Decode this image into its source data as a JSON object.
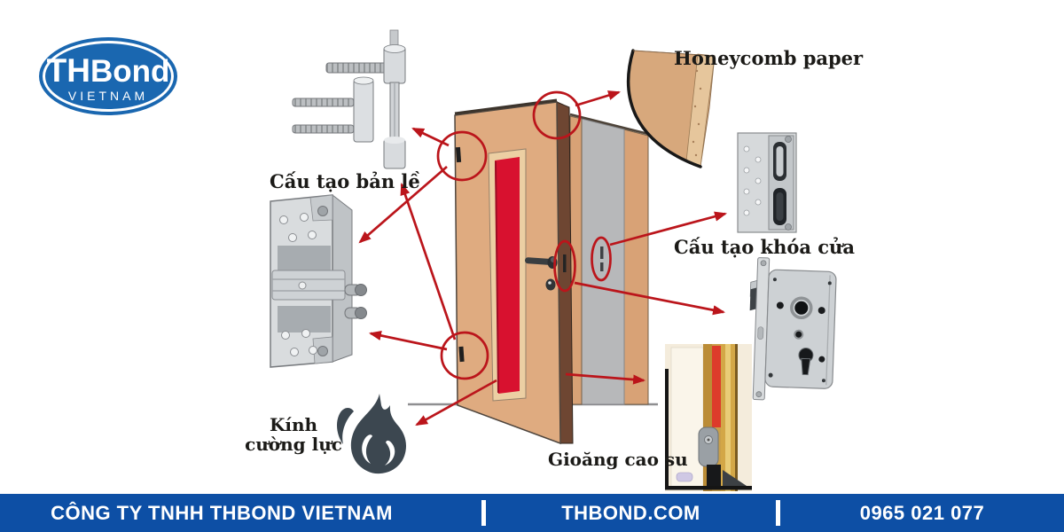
{
  "logo": {
    "brand_primary": "TH",
    "brand_secondary": "Bond",
    "subtitle": "VIETNAM"
  },
  "diagram": {
    "labels": {
      "hinge": "Cấu tạo bản lề",
      "honeycomb": "Honeycomb paper",
      "lock": "Cấu tạo khóa cửa",
      "glass_line1": "Kính",
      "glass_line2": "cường lực",
      "gasket": "Gioăng cao su"
    },
    "icons": {
      "flame": "flame-icon"
    }
  },
  "footer": {
    "company": "CÔNG TY TNHH THBOND VIETNAM",
    "website": "THBOND.COM",
    "phone": "0965 021 077"
  },
  "colors": {
    "annotation_red": "#bb151b",
    "footer_blue": "#0d4fa5",
    "logo_blue": "#1a67b0",
    "door_tan": "#dfab80",
    "glass_red": "#d8112f",
    "frame_gray": "#b7b8ba",
    "flame_dark": "#3c4750",
    "honeycomb_tan": "#d7a87c",
    "gasket_gold": "#d3a747"
  }
}
